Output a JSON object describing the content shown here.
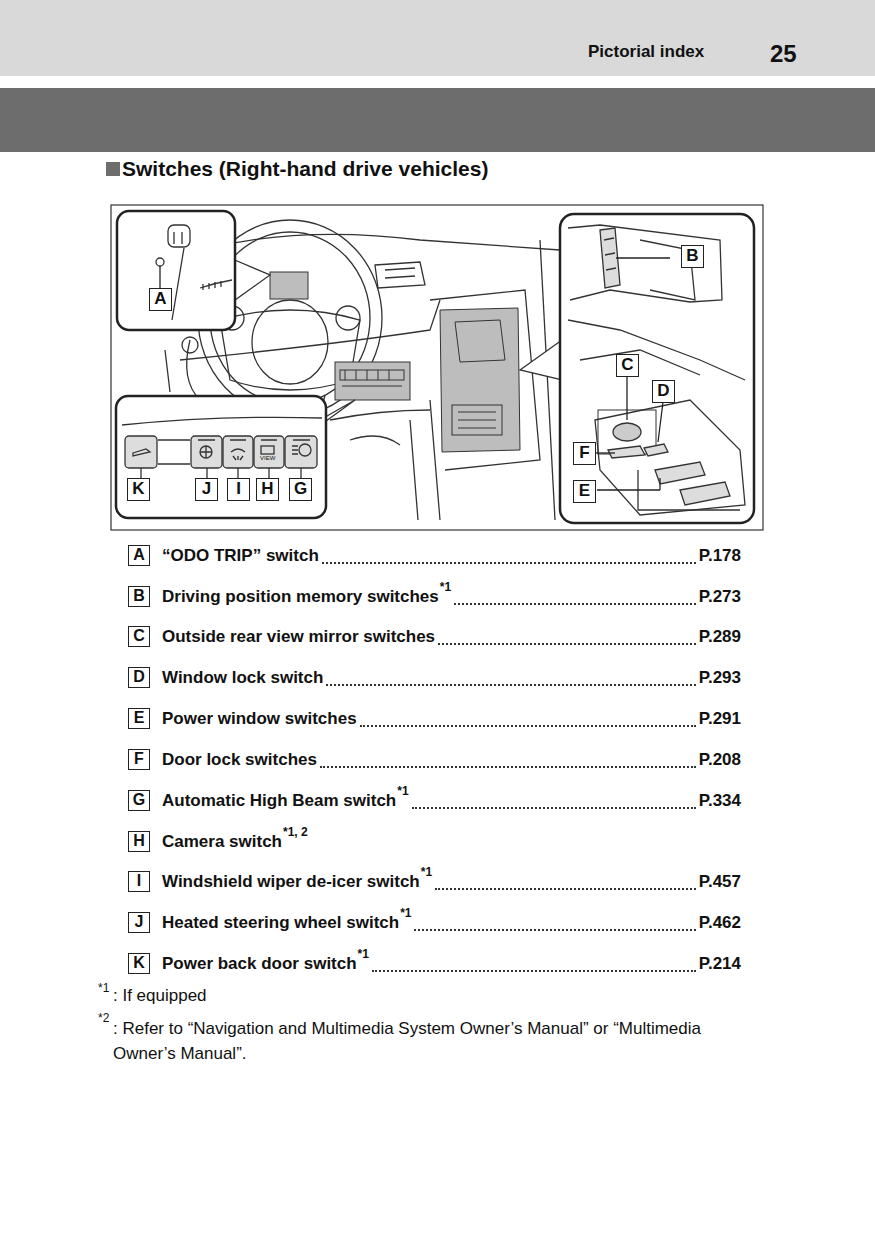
{
  "diagram": {
    "title": "Switches (Right-hand drive vehicles)",
    "labels": [
      "Pictorial index",
      "25",
      "A",
      "B",
      "C",
      "D",
      "F",
      "E",
      "K",
      "J",
      "I",
      "H",
      "G",
      "VIEW",
      "A",
      "“ODO TRIP” switch",
      "P.178",
      "B",
      "Driving position memory switches",
      "*1",
      "P.273",
      "C",
      "Outside rear view mirror switches",
      "P.289",
      "D",
      "Window lock switch",
      "P.293",
      "E",
      "Power window switches",
      "P.291",
      "F",
      "Door lock switches",
      "P.208",
      "G",
      "Automatic High Beam switch",
      "*1",
      "P.334",
      "H",
      "Camera switch",
      "*1, 2",
      "I",
      "Windshield wiper de-icer switch",
      "*1",
      "P.457",
      "J",
      "Heated steering wheel switch",
      "*1",
      "P.462",
      "K",
      "Power back door switch",
      "*1",
      "P.214",
      "*1",
      ": If equipped",
      "*2",
      ": Refer to “Navigation and Multimedia System Owner’s Manual” or “Multimedia Owner’s Manual”."
    ]
  }
}
